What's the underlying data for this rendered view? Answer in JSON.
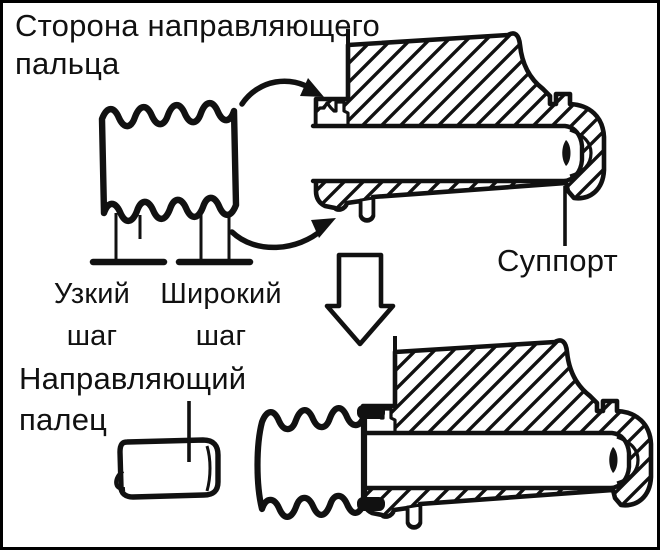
{
  "figure": {
    "background": "#ffffff",
    "border_color": "#000000",
    "ink_color": "#111111",
    "type": "technical-illustration",
    "language": "ru"
  },
  "labels": {
    "guide_pin_side": "Сторона направляющего пальца",
    "narrow_pitch": "Узкий шаг",
    "wide_pitch": "Широкий шаг",
    "caliper": "Суппорт",
    "guide_pin": "Направляющий палец"
  },
  "shapes": {
    "boot": "dust-boot-bellows",
    "caliper_section": "caliper-guide-pin-bore-cross-section",
    "assembled_view": "boot-installed-on-caliper",
    "guide_pin": "guide-pin-cylinder",
    "down_arrow": "hollow-block-arrow-down",
    "curved_arrows": "insertion-direction-arrows",
    "dimension_marks": "bellows-pitch-dimension-lines"
  }
}
